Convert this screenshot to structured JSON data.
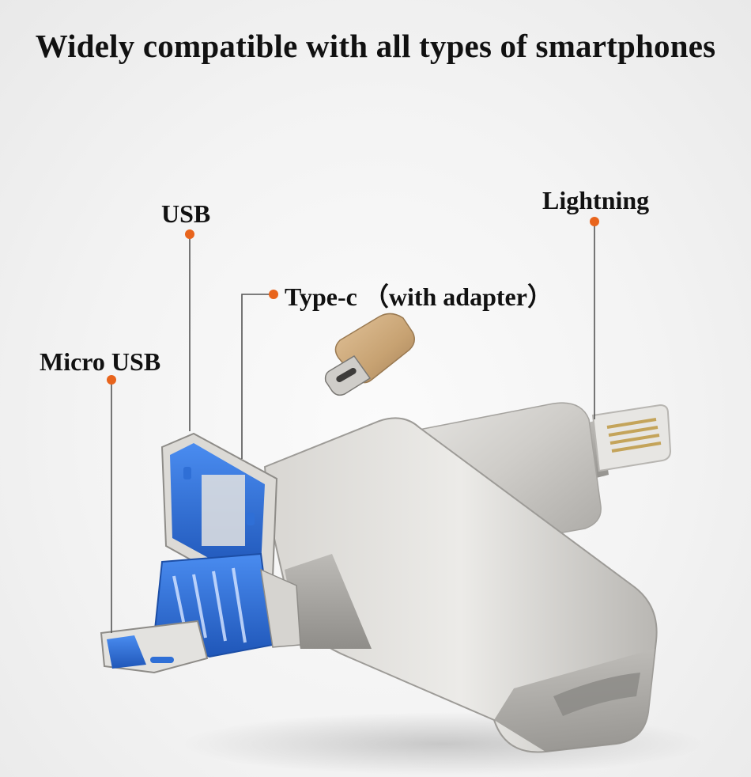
{
  "headline": "Widely compatible with all types of smartphones",
  "labels": {
    "usb": "USB",
    "lightning": "Lightning",
    "type_c": "Type-c （with adapter）",
    "micro_usb": "Micro USB"
  },
  "colors": {
    "callout_dot": "#e8641c",
    "callout_line": "#555555",
    "metal": "#c9c7c3",
    "usb_blue": "#2f6fd6",
    "adapter_gold": "#c7a272"
  }
}
